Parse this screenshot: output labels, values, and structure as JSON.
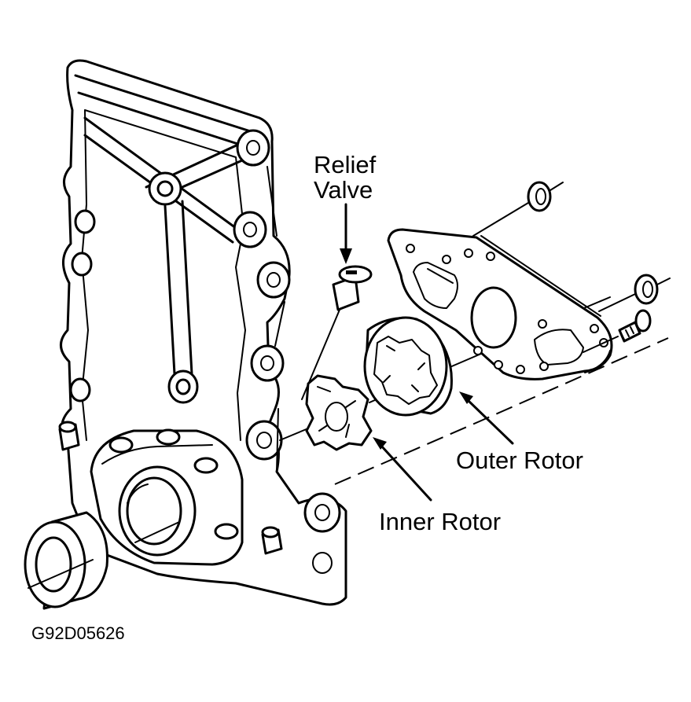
{
  "labels": {
    "relief_valve_line1": "Relief",
    "relief_valve_line2": "Valve",
    "outer_rotor": "Outer Rotor",
    "inner_rotor": "Inner Rotor",
    "figure_code": "G92D05626"
  },
  "colors": {
    "ink": "#000000",
    "paper": "#ffffff"
  }
}
